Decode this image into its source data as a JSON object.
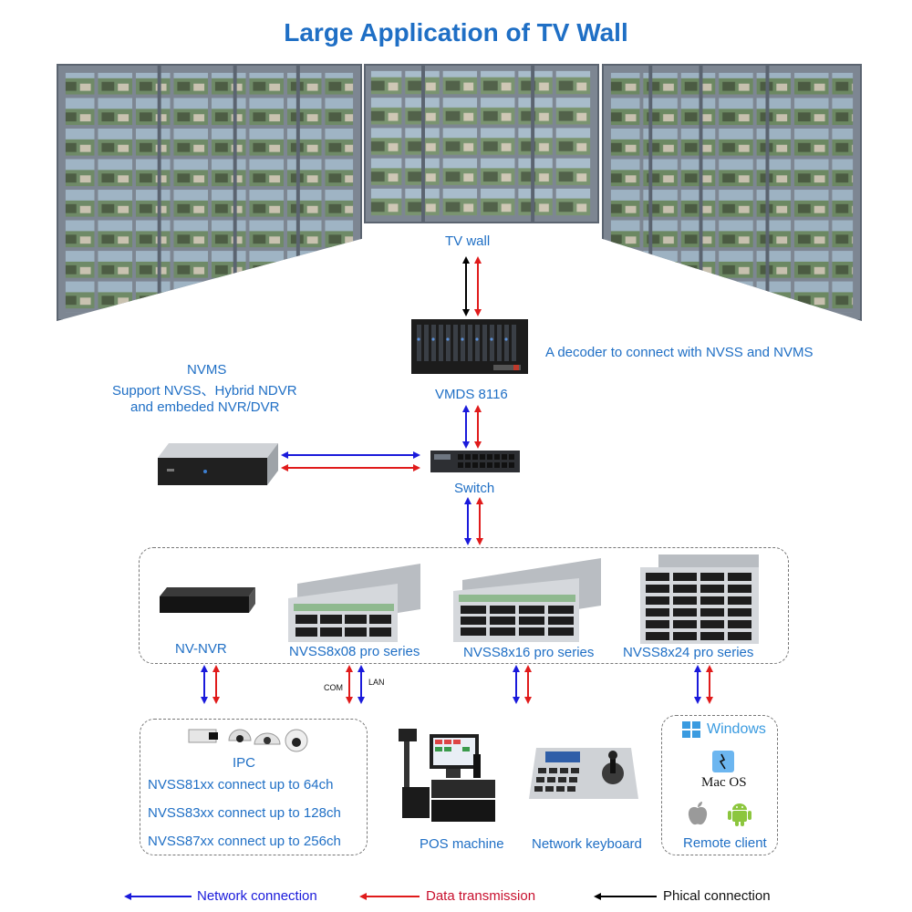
{
  "title": "Large Application of TV Wall",
  "labels": {
    "tv_wall": "TV wall",
    "decoder_desc": "A decoder to connect with NVSS and NVMS",
    "nvms_line1": "NVMS",
    "nvms_line2": "Support NVSS、Hybrid NDVR",
    "nvms_line3": "and embeded NVR/DVR",
    "vmds": "VMDS 8116",
    "switch": "Switch",
    "nv_nvr": "NV-NVR",
    "nvss8x08": "NVSS8x08 pro series",
    "nvss8x16": "NVSS8x16 pro series",
    "nvss8x24": "NVSS8x24 pro series",
    "com": "COM",
    "lan": "LAN",
    "ipc": "IPC",
    "ipc_line1": "NVSS81xx connect up to 64ch",
    "ipc_line2": "NVSS83xx connect up to 128ch",
    "ipc_line3": "NVSS87xx connect up to 256ch",
    "pos": "POS machine",
    "keyboard": "Network keyboard",
    "windows": "Windows",
    "macos": "Mac OS",
    "remote": "Remote client"
  },
  "legend": {
    "network": "Network connection",
    "data": "Data transmission",
    "physical": "Phical connection"
  },
  "colors": {
    "accent": "#1f6fc5",
    "network": "#1a1adb",
    "data": "#e01b1b",
    "physical": "#000000",
    "legend_data_text": "#c8102e"
  },
  "icons": [
    "tv-wall-icon",
    "decoder-icon",
    "server-icon",
    "switch-icon",
    "nvr-icon",
    "storage-server-icon",
    "camera-icon",
    "pos-machine-icon",
    "keyboard-icon",
    "windows-icon",
    "macos-icon",
    "apple-icon",
    "android-icon"
  ]
}
